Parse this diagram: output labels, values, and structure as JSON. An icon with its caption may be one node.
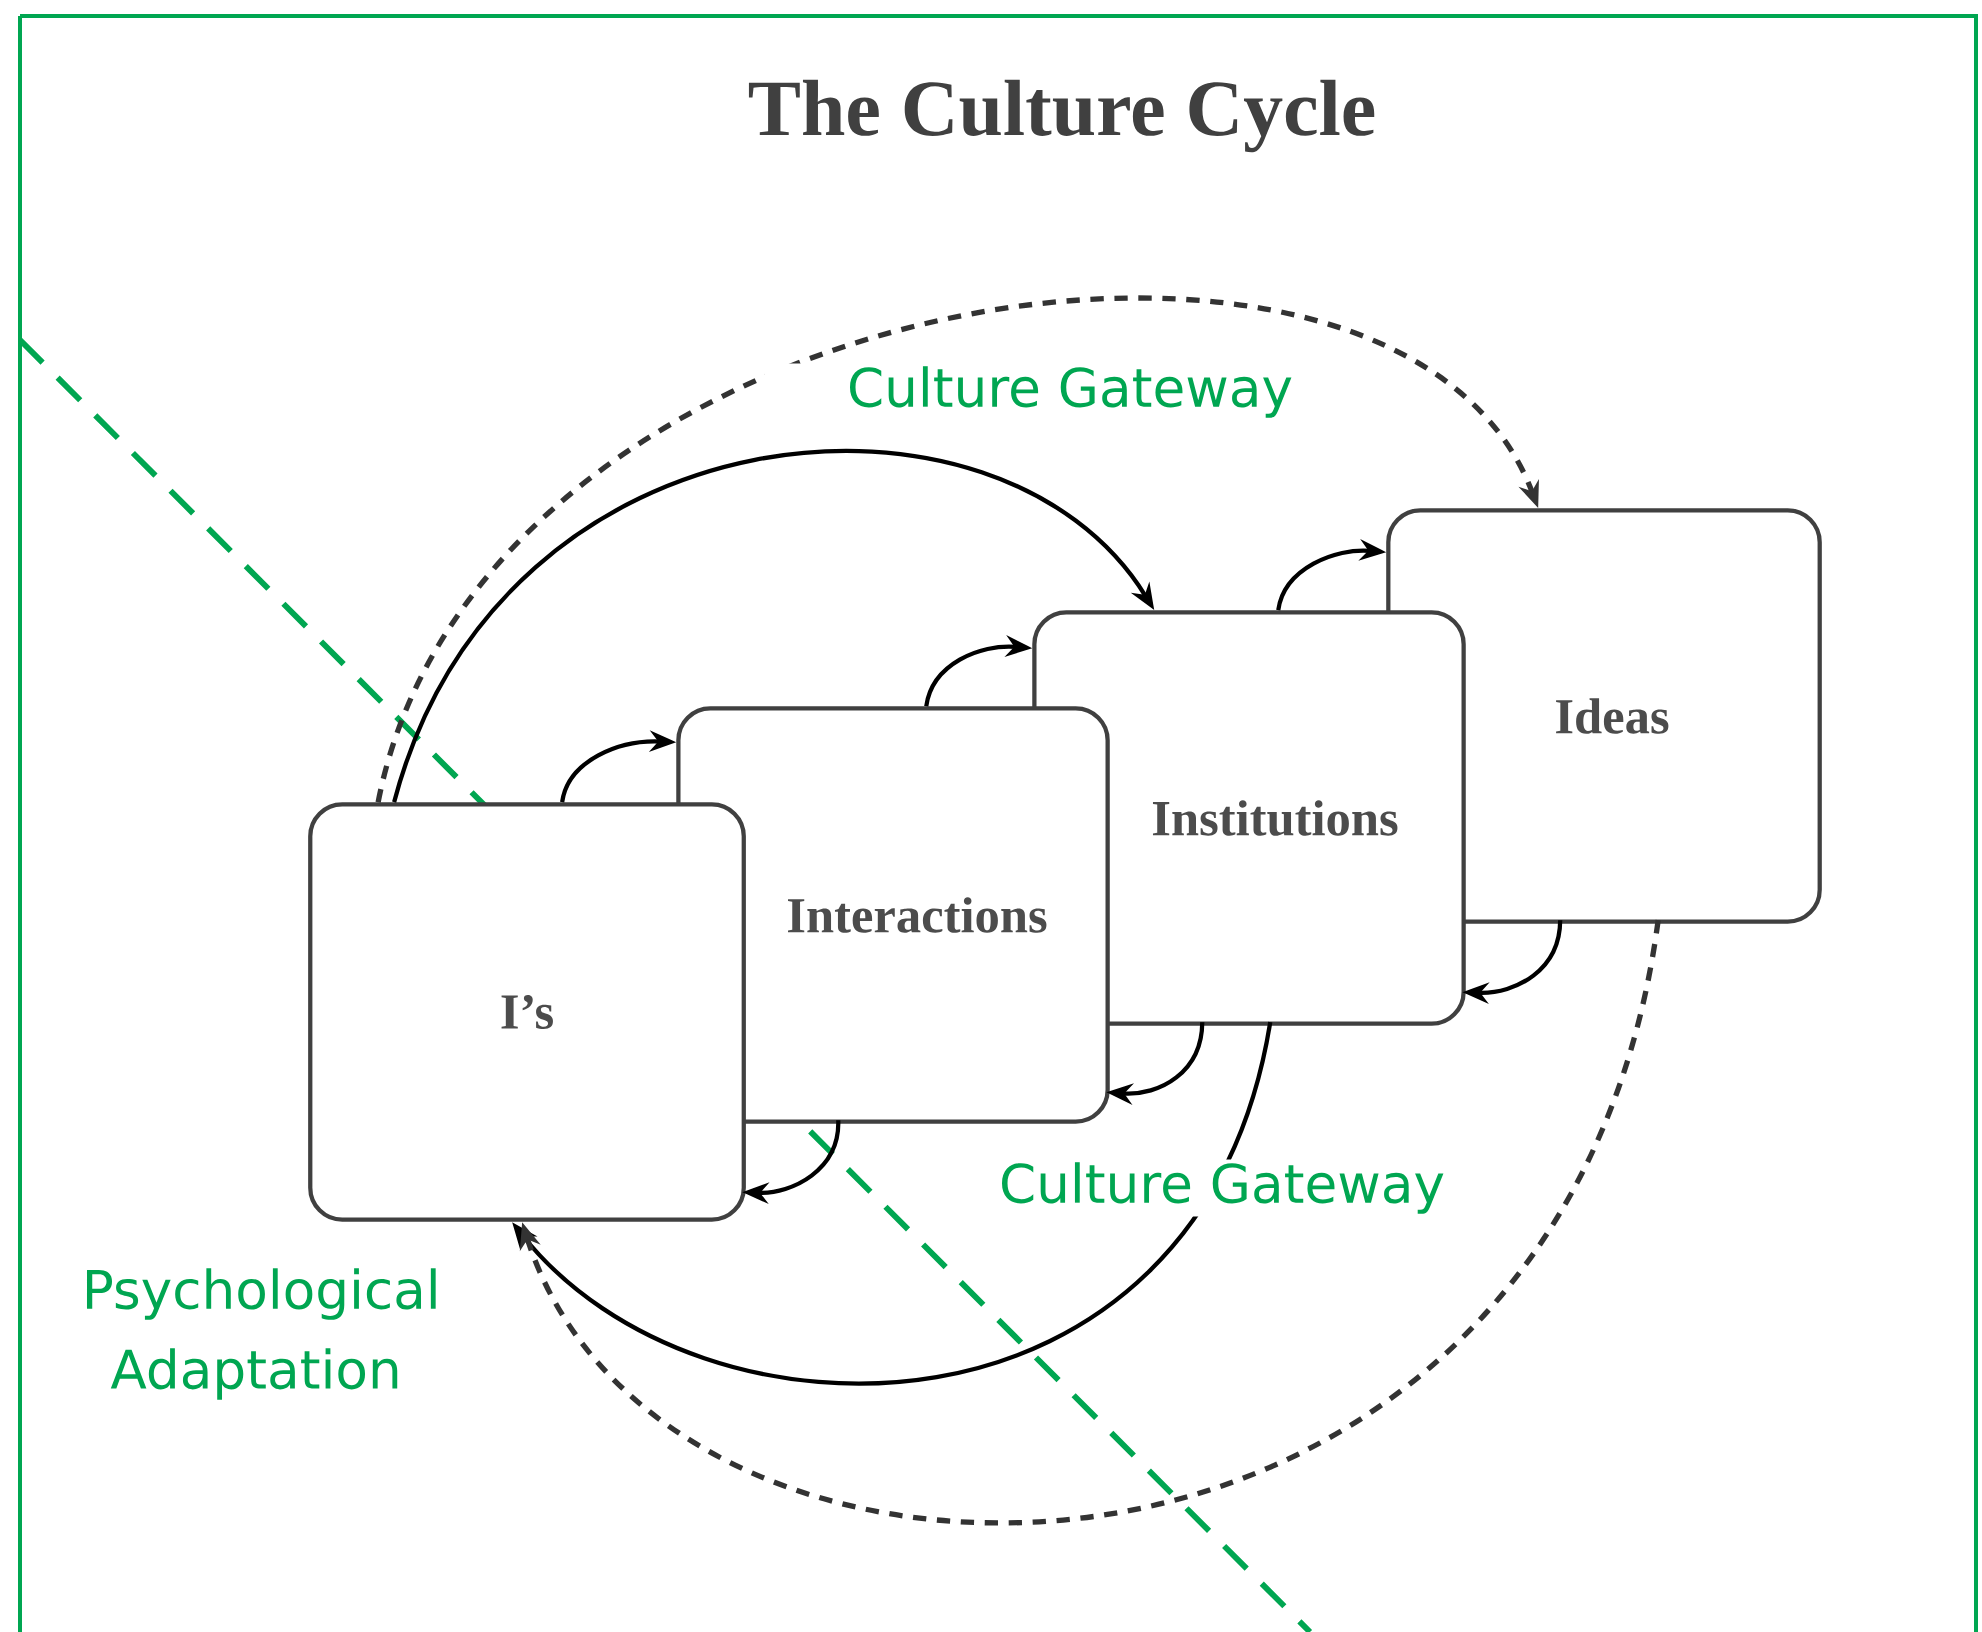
{
  "diagram": {
    "title": "The Culture Cycle",
    "nodes": [
      {
        "text": [
          "I’s"
        ]
      },
      {
        "text": [
          "Interactions"
        ]
      },
      {
        "text": [
          "Institutions"
        ]
      },
      {
        "text": [
          "Ideas"
        ]
      }
    ],
    "edges": [
      {
        "from": 0,
        "to": 1,
        "arrow": "to"
      },
      {
        "from": 1,
        "to": 2,
        "arrow": "to"
      },
      {
        "from": 2,
        "to": 3,
        "arrow": "to"
      },
      {
        "from": 3,
        "to": 2,
        "arrow": "to"
      },
      {
        "from": 2,
        "to": 1,
        "arrow": "to"
      },
      {
        "from": 1,
        "to": 0,
        "arrow": "to"
      },
      {
        "from": 0,
        "to": 2,
        "arrow": "to"
      },
      {
        "from": 0,
        "to": 3,
        "arrow": "to",
        "style": "dashed"
      },
      {
        "from": 2,
        "to": 0,
        "arrow": "to"
      },
      {
        "from": 3,
        "to": 0,
        "arrow": "to",
        "style": "dashed"
      }
    ],
    "labels": [
      "Culture Gateway",
      "Culture Gateway",
      "Psychological Adaptation"
    ]
  }
}
